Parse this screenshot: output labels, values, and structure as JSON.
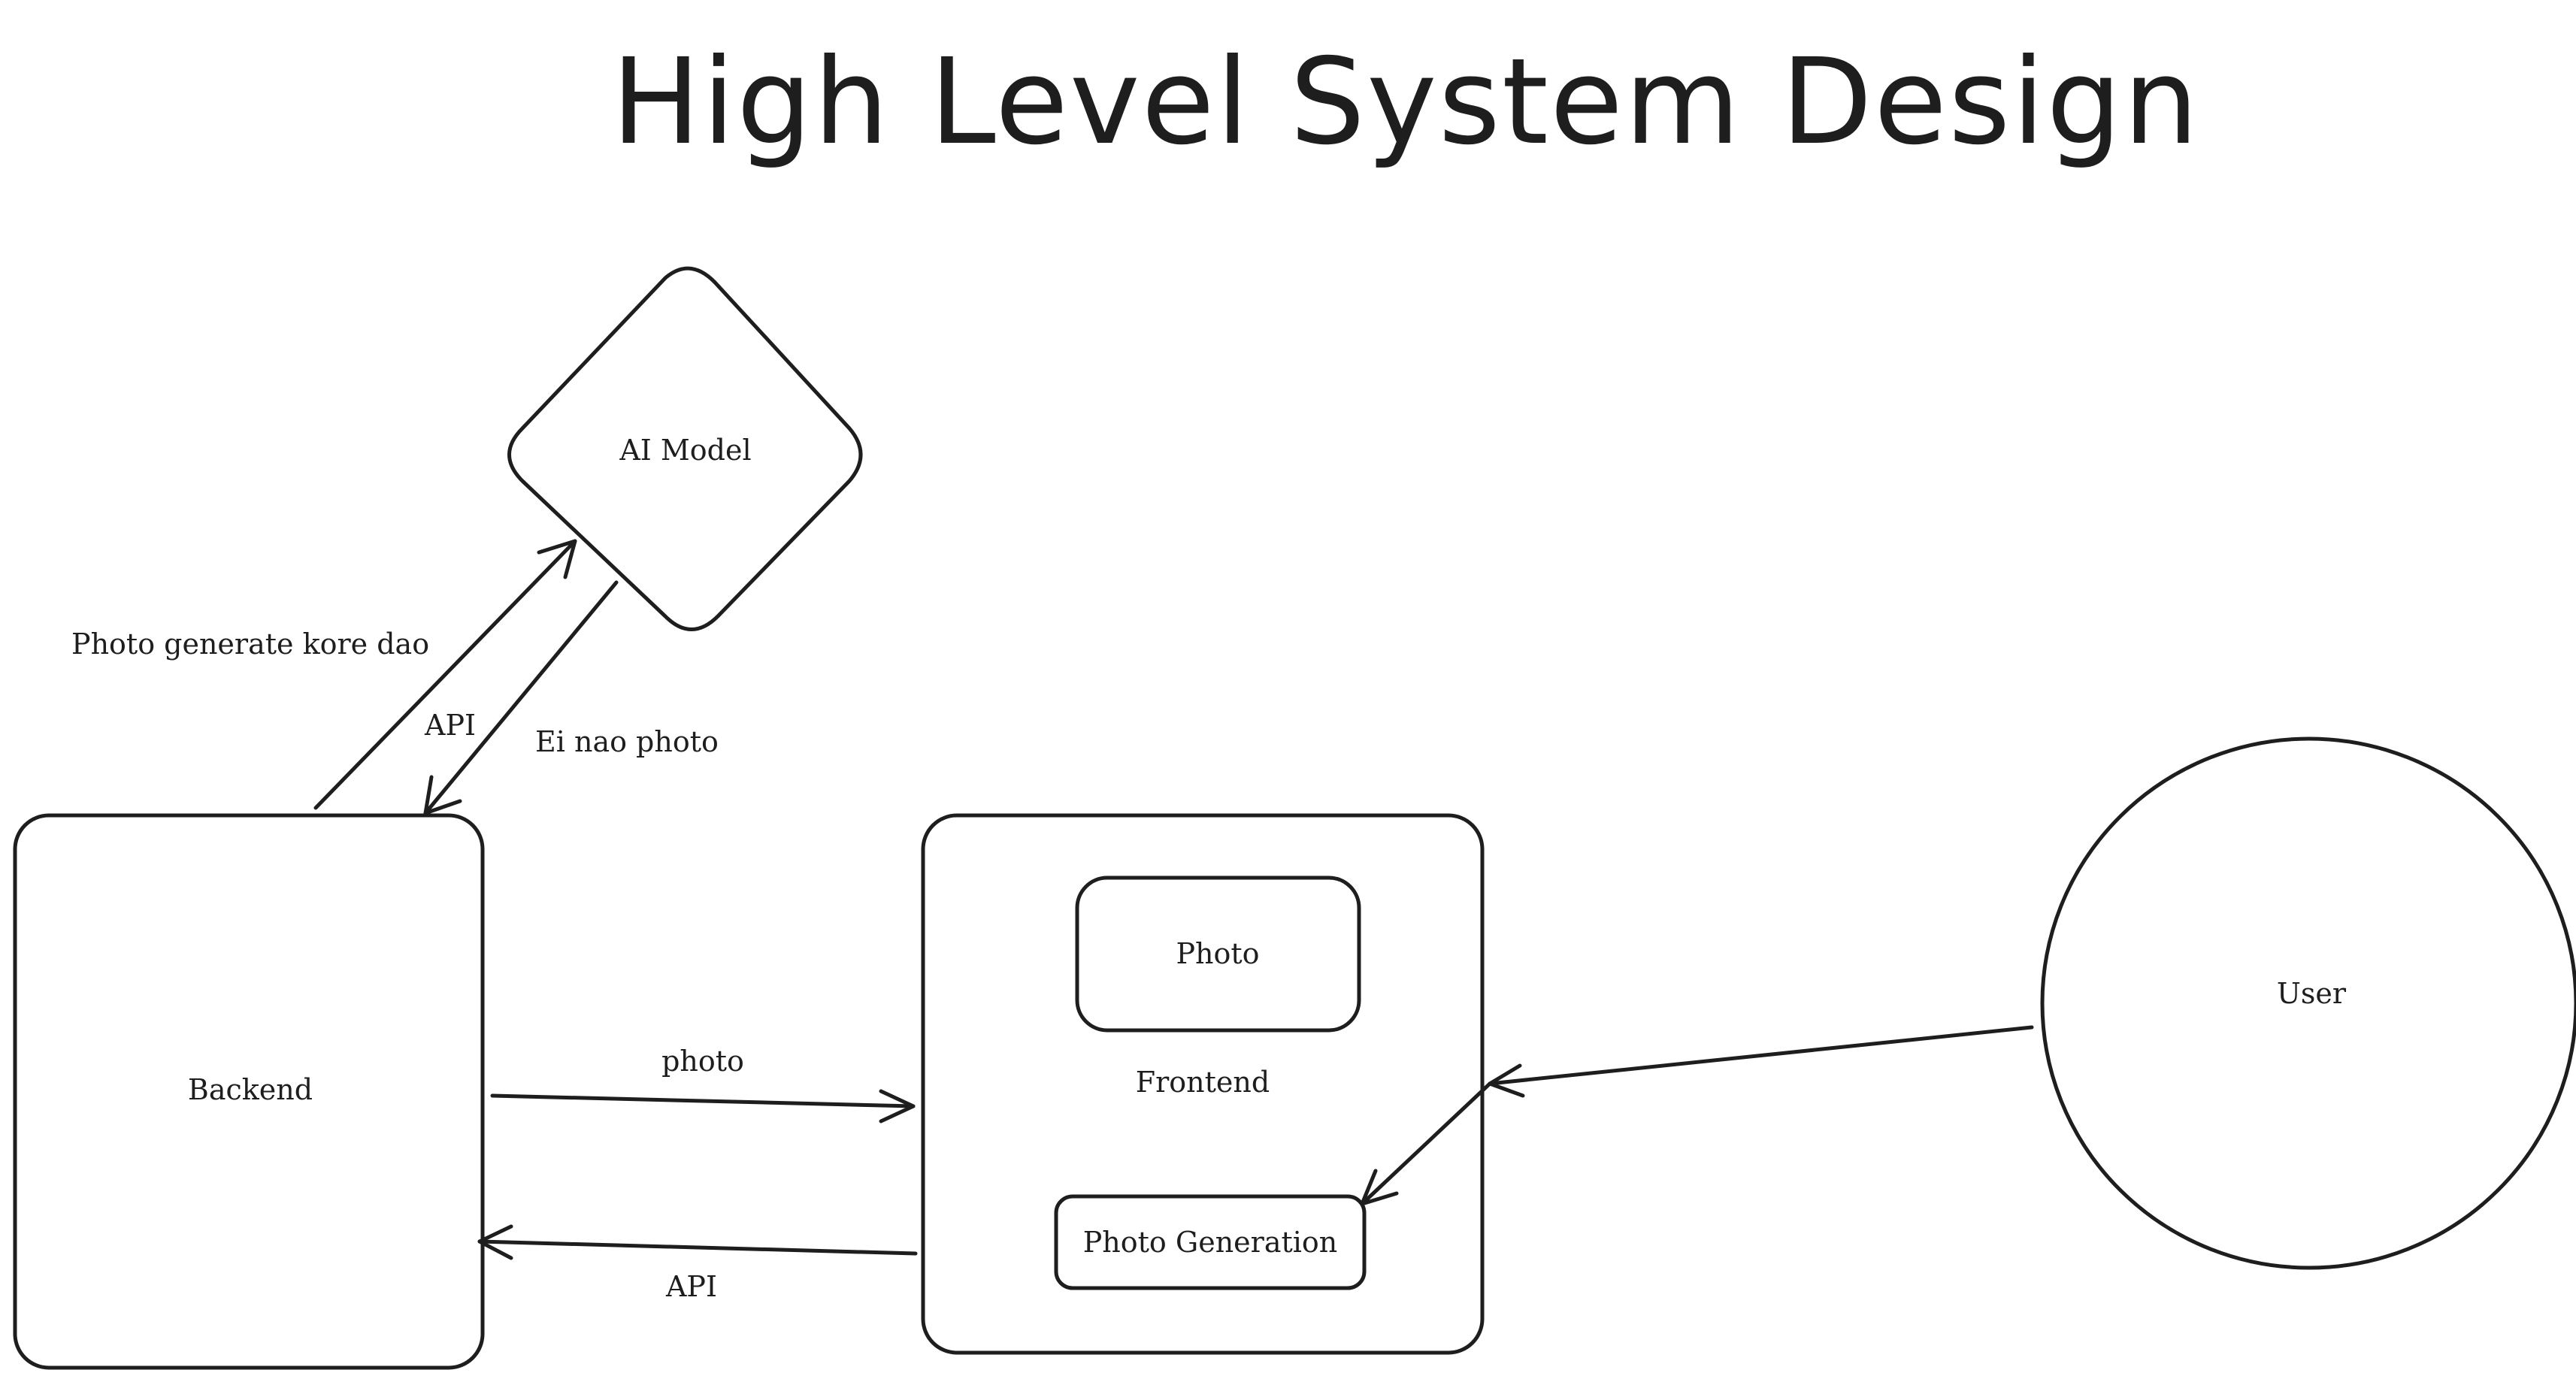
{
  "diagram": {
    "title": "High Level System Design",
    "nodes": {
      "ai_model": "AI Model",
      "backend": "Backend",
      "frontend": "Frontend",
      "photo": "Photo",
      "photo_generation": "Photo Generation",
      "user": "User"
    },
    "edges": {
      "backend_to_ai": "Photo generate kore dao",
      "ai_api": "API",
      "ai_to_backend": "Ei nao photo",
      "backend_to_frontend": "photo",
      "frontend_to_backend": "API"
    },
    "colors": {
      "stroke": "#1e1e1e",
      "background": "#ffffff"
    }
  }
}
